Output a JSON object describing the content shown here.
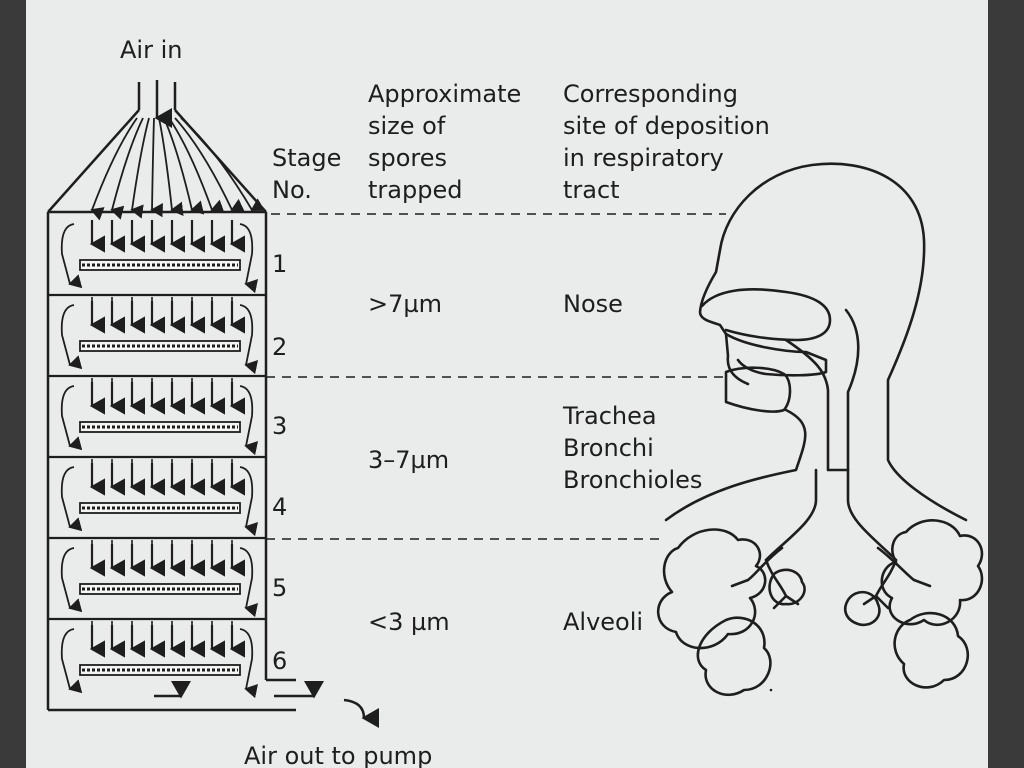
{
  "title_air_in": "Air in",
  "title_air_out": "Air out to pump",
  "headers": {
    "stage": [
      "Stage",
      "No."
    ],
    "size": [
      "Approximate",
      "size of",
      "spores",
      "trapped"
    ],
    "site": [
      "Corresponding",
      "site of deposition",
      "in respiratory",
      "tract"
    ]
  },
  "stages": [
    "1",
    "2",
    "3",
    "4",
    "5",
    "6"
  ],
  "rows": [
    {
      "size": ">7µm",
      "site": [
        "Nose"
      ]
    },
    {
      "size": "3–7µm",
      "site": [
        "Trachea",
        "Bronchi",
        "Bronchioles"
      ]
    },
    {
      "size": "<3 µm",
      "site": [
        "Alveoli"
      ]
    }
  ]
}
